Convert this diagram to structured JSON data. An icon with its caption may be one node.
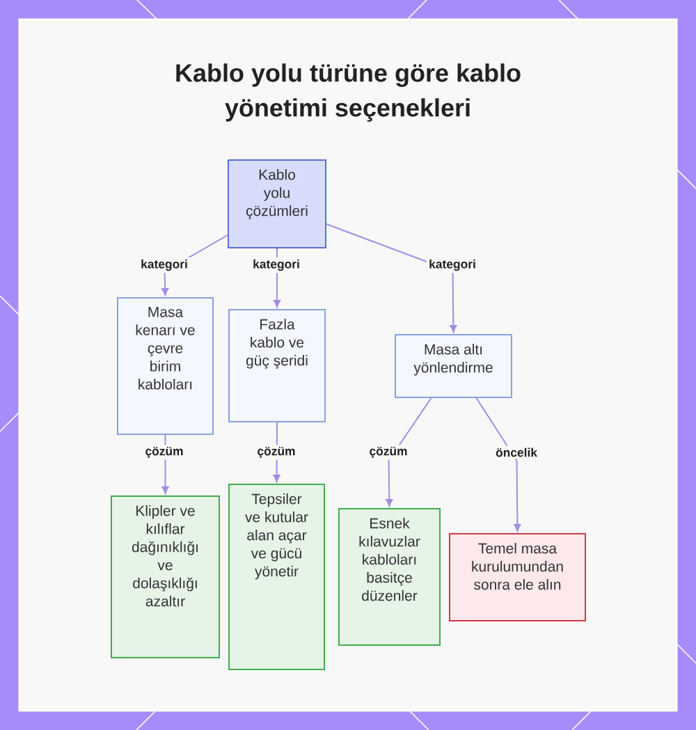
{
  "diagram": {
    "title": "Kablo yolu türüne göre kablo yönetimi seçenekleri",
    "nodes": [
      {
        "text": [
          "Kablo yolu çözümleri"
        ]
      },
      {
        "text": [
          "Masa kenarı ve çevre birim kabloları"
        ]
      },
      {
        "text": [
          "Fazla kablo ve güç şeridi"
        ]
      },
      {
        "text": [
          "Masa altı yönlendirme"
        ]
      },
      {
        "text": [
          "Klipler ve kılıflar dağınıklığı ve dolaşıklığı azaltır"
        ]
      },
      {
        "text": [
          "Tepsiler ve kutular alan açar ve gücü yönetir"
        ]
      },
      {
        "text": [
          "Esnek kılavuzlar kabloları basitçe düzenler"
        ]
      },
      {
        "text": [
          "Temel masa kurulumundan sonra ele alın"
        ]
      }
    ],
    "edges": [
      {
        "from": 0,
        "to": 1,
        "arrow": "to",
        "label": "kategori"
      },
      {
        "from": 0,
        "to": 2,
        "arrow": "to",
        "label": "kategori"
      },
      {
        "from": 0,
        "to": 3,
        "arrow": "to",
        "label": "kategori"
      },
      {
        "from": 1,
        "to": 4,
        "arrow": "to",
        "label": "çözüm"
      },
      {
        "from": 2,
        "to": 5,
        "arrow": "to",
        "label": "çözüm"
      },
      {
        "from": 3,
        "to": 6,
        "arrow": "to",
        "label": "çözüm"
      },
      {
        "from": 3,
        "to": 7,
        "arrow": "to",
        "label": "öncelik"
      }
    ]
  }
}
